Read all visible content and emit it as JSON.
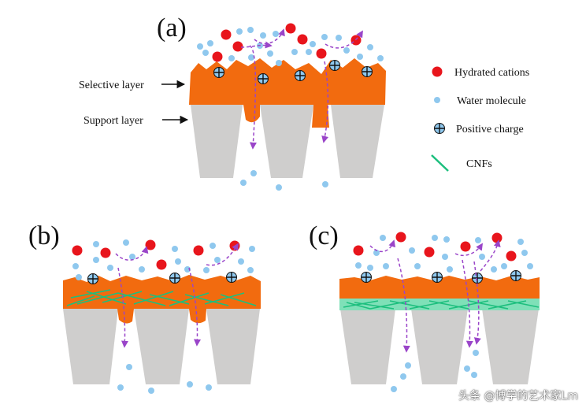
{
  "panels": {
    "a": {
      "label": "(a)"
    },
    "b": {
      "label": "(b)"
    },
    "c": {
      "label": "(c)"
    }
  },
  "layer_labels": {
    "selective": "Selective layer",
    "support": "Support layer"
  },
  "legend": {
    "items": [
      {
        "icon": "hydrated-cation-icon",
        "label": "Hydrated cations",
        "color": "#e8151c"
      },
      {
        "icon": "water-molecule-icon",
        "label": "Water molecule",
        "color": "#8fc8ee"
      },
      {
        "icon": "positive-charge-icon",
        "label": "Positive charge",
        "color": "#8fc8ee"
      },
      {
        "icon": "cnfs-icon",
        "label": "CNFs",
        "color": "#1dbf7e"
      }
    ]
  },
  "colors": {
    "selective_layer": "#f26b0f",
    "support": "#cfcecd",
    "cnf_band": "#7fe0b8",
    "flow_arrow": "#9a45c9"
  },
  "watermark": "头条 @博学的艺术家Lm"
}
